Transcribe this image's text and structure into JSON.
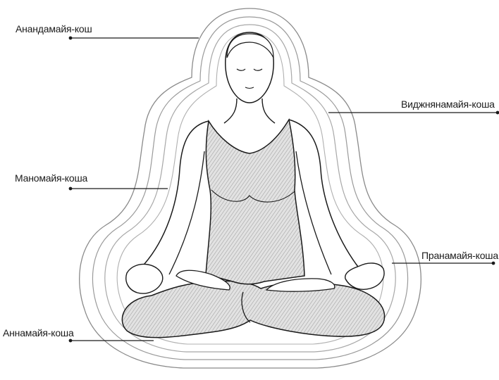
{
  "labels": {
    "anandamaya": "Анандамайя-кош",
    "vijnanamaya": "Виджнянамайя-коша",
    "manomaya": "Маномайя-коша",
    "pranamaya": "Пранамайя-коша",
    "annamaya": "Аннамайя-коша"
  },
  "colors": {
    "outline": "#8a8a8a",
    "figure_line": "#1a1a1a",
    "fill": "#d6d6d6",
    "background": "#ffffff"
  }
}
